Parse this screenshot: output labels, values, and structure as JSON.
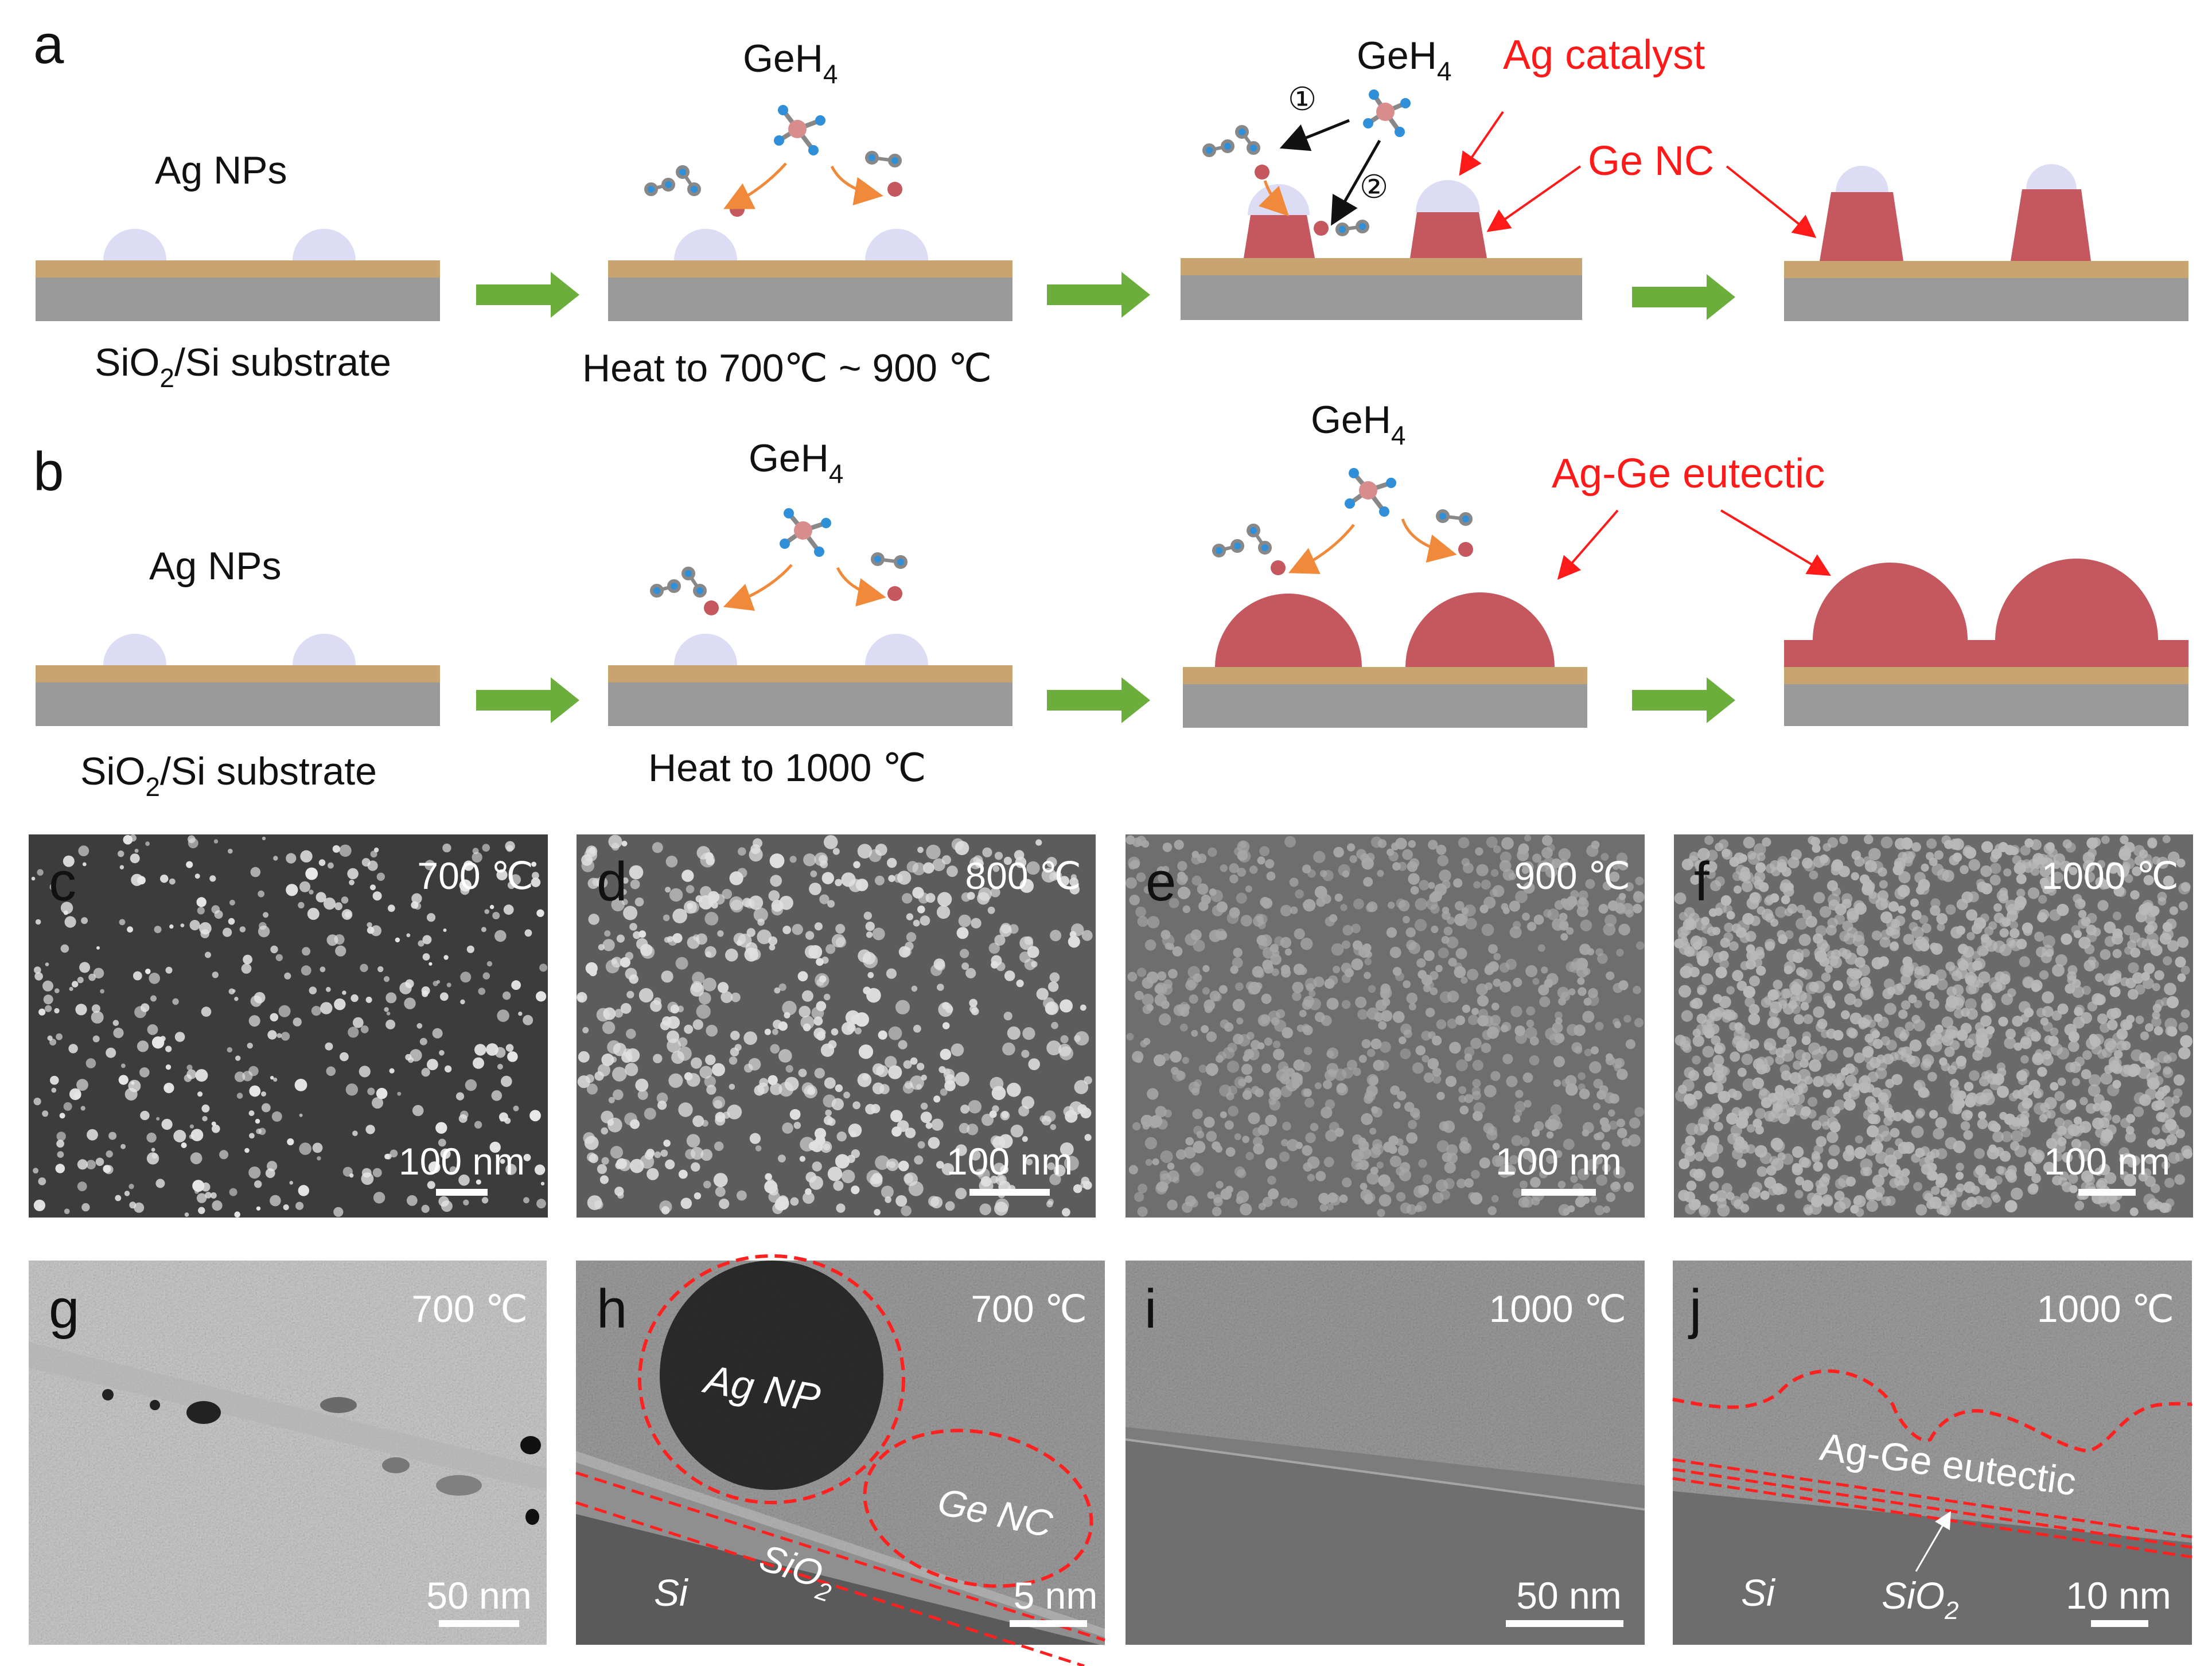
{
  "figure": {
    "panel_letters": [
      "a",
      "b",
      "c",
      "d",
      "e",
      "f",
      "g",
      "h",
      "i",
      "j"
    ],
    "row_a": {
      "np_label": "Ag NPs",
      "gas_label": "GeH",
      "gas_sub": "4",
      "substrate_label": "SiO",
      "substrate_sub": "2",
      "substrate_rest": "/Si substrate",
      "heat_label": "Heat to 700℃ ~ 900 ℃",
      "catalyst_label": "Ag catalyst",
      "nc_label": "Ge NC",
      "path1": "①",
      "path2": "②"
    },
    "row_b": {
      "np_label": "Ag NPs",
      "gas_label": "GeH",
      "gas_sub": "4",
      "substrate_label": "SiO",
      "substrate_sub": "2",
      "substrate_rest": "/Si substrate",
      "heat_label": "Heat to 1000 ℃",
      "eutectic_label": "Ag-Ge eutectic"
    },
    "sem": [
      {
        "letter": "c",
        "temp": "700 ℃",
        "scale": "100 nm"
      },
      {
        "letter": "d",
        "temp": "800 ℃",
        "scale": "100 nm"
      },
      {
        "letter": "e",
        "temp": "900 ℃",
        "scale": "100 nm"
      },
      {
        "letter": "f",
        "temp": "1000 ℃",
        "scale": "100 nm"
      }
    ],
    "tem": [
      {
        "letter": "g",
        "temp": "700 ℃",
        "scale": "50 nm"
      },
      {
        "letter": "h",
        "temp": "700 ℃",
        "scale": "5 nm",
        "labels": {
          "np": "Ag NP",
          "nc": "Ge NC",
          "oxide": "SiO",
          "oxide_sub": "2",
          "si": "Si"
        }
      },
      {
        "letter": "i",
        "temp": "1000 ℃",
        "scale": "50 nm"
      },
      {
        "letter": "j",
        "temp": "1000 ℃",
        "scale": "10 nm",
        "labels": {
          "eutectic": "Ag-Ge eutectic",
          "si": "Si",
          "oxide": "SiO",
          "oxide_sub": "2"
        }
      }
    ],
    "colors": {
      "ag_np": "#dcdcf5",
      "ge": "#c4585e",
      "oxide": "#c8a470",
      "silicon": "#9a9a9a",
      "arrow": "#6cae3c",
      "callout": "#ff1a1a",
      "h_atom": "#2f8fd8",
      "ge_atom": "#d98c8c"
    }
  }
}
